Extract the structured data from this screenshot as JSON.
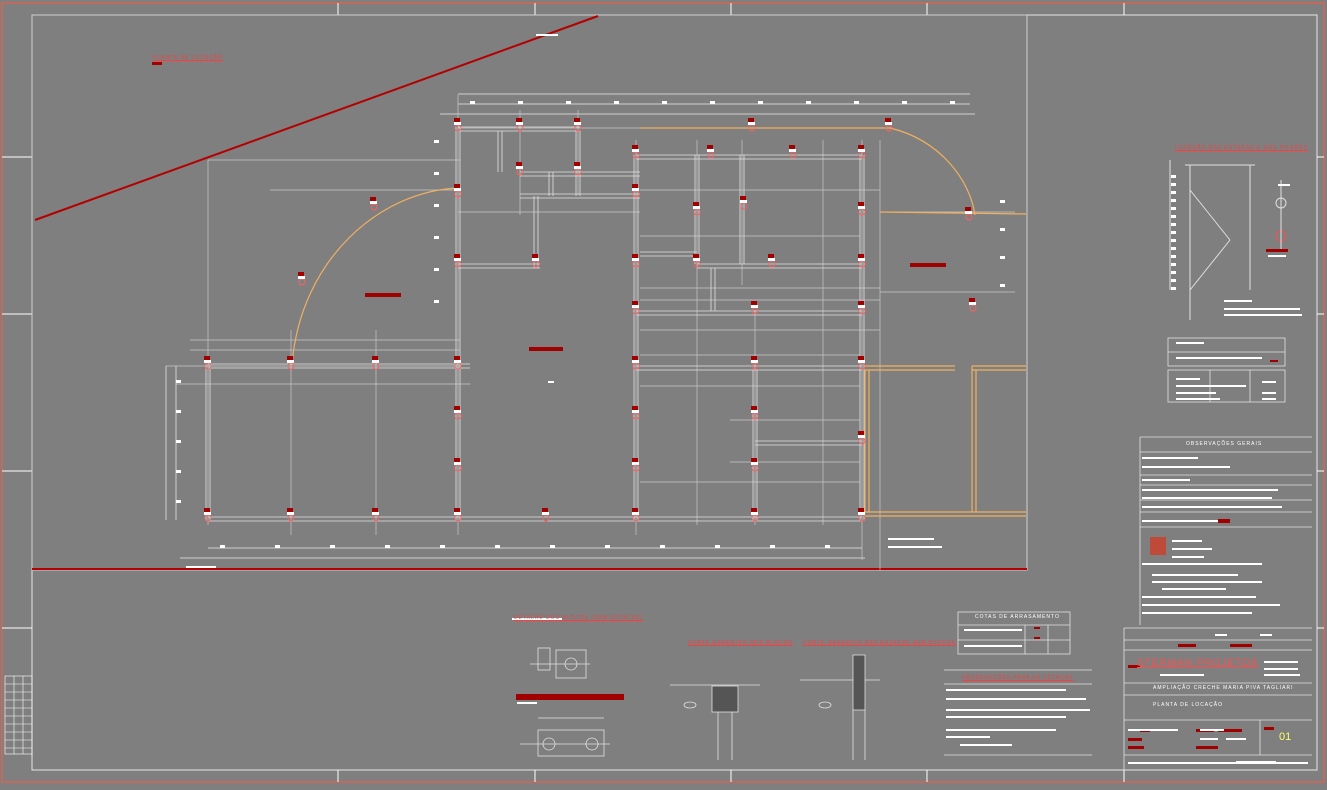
{
  "drawing": {
    "plan_title": "PLANTA DE LOCAÇÃO",
    "detail_title": "LOCAÇÃO DAS ESTACAS E DOS PILARES",
    "general_notes_title": "OBSERVAÇÕES GERAIS",
    "block_detail_title": "DETALHE DOS BLOCOS (SEM ESTACAS)",
    "section_blocks_title": "CORTE GENÉRICO DOS BLOCOS",
    "section_pile_blocks_title": "CORTE GENÉRICO DAS ESTACAS SEM BLOCOS",
    "leveling_title": "COTAS DE ARRASAMENTO",
    "pile_notes_title": "OBSERVAÇÕES PARA AS ESTACAS"
  },
  "title_block": {
    "firm": "STERMAN PROJETOS",
    "project": "AMPLIAÇÃO CRECHE MARIA PIVA TAGLIARI",
    "sheet_title": "PLANTA DE LOCAÇÃO",
    "sheet_number": "01"
  },
  "colors": {
    "background": "#7f7f7f",
    "linework": "#d9d9d9",
    "red_marker": "#a00000",
    "orange_curve": "#f0b060",
    "border": "#ff5a3c"
  },
  "icons": {
    "pile_marker": "circle-cross-icon",
    "layer_table": "grid-table-icon"
  }
}
